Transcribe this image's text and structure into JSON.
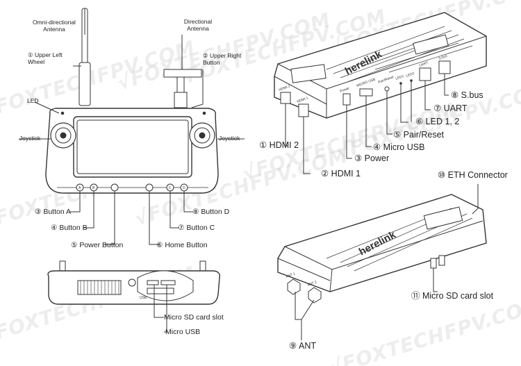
{
  "watermark": "√FOXTECHFPV.COM",
  "labels": {
    "omni_antenna": "Omni-directional\nAntenna",
    "dir_antenna": "Directional\nAntenna",
    "upper_left_wheel": "① Upper Left\nWheel",
    "upper_right_button": "② Upper Right\nButton",
    "led": "LED",
    "joystick_left": "Joystick",
    "joystick_right": "Joystick",
    "button_a": "③ Button A",
    "button_b": "④ Button B",
    "power_button": "⑤ Power Button",
    "home_button": "⑥ Home Button",
    "button_c": "⑦ Button C",
    "button_d": "⑧ Button D",
    "micro_sd_left": "Micro SD card slot",
    "micro_usb_left": "Micro USB",
    "hdmi2": "① HDMI 2",
    "hdmi1": "② HDMI 1",
    "power_air": "③ Power",
    "micro_usb_air": "④ Micro USB",
    "pair_reset": "⑤ Pair/Reset",
    "led12": "⑥ LED 1, 2",
    "uart": "⑦ UART",
    "sbus": "⑧ S.bus",
    "ant": "⑨ ANT",
    "eth": "⑩ ETH Connector",
    "micro_sd_air": "⑪ Micro SD card slot"
  },
  "device_text": {
    "brand": "herelink",
    "hdmi2_port": "HDMI 2",
    "hdmi1_port": "HDMI 1",
    "power_port": "Power",
    "microusb_port": "MICRO USB",
    "pair_port": "Pair/Reset",
    "led1": "LED1",
    "led2": "LED2",
    "uart_port": "UART",
    "sbus_port": "S.bus",
    "ant1": "ANT 1",
    "ant2": "ANT 2",
    "usb_bottom": "USB",
    "btn_a": "A",
    "btn_b": "B",
    "btn_c": "C",
    "btn_d": "D"
  },
  "colors": {
    "line": "#333333",
    "text": "#222222",
    "watermark": "#bebebe"
  }
}
